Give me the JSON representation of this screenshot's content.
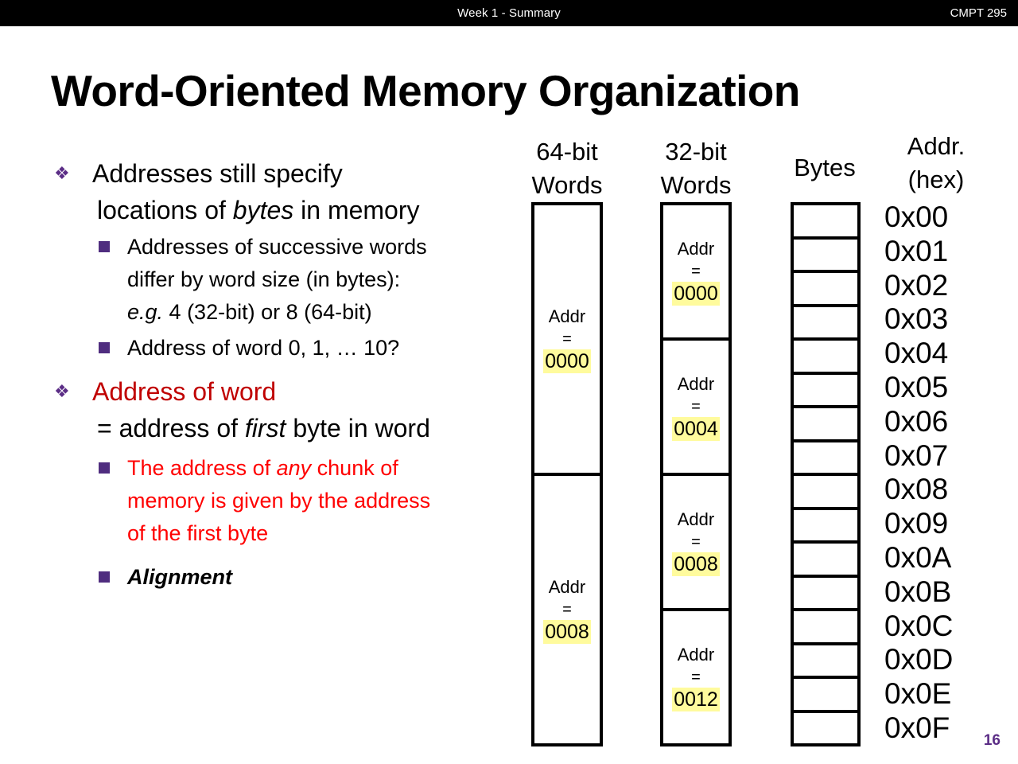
{
  "header": {
    "center_title": "Week 1 - Summary",
    "course_code": "CMPT 295"
  },
  "title": "Word-Oriented Memory Organization",
  "page_number": "16",
  "colors": {
    "bullet_purple": "#5B2D86",
    "square_purple": "#4F2D7F",
    "dark_red": "#C00000",
    "bright_red": "#FF0000",
    "highlight_yellow": "#FFFB9D",
    "header_bg": "#000000"
  },
  "bullets": {
    "b1_line1": "Addresses still specify",
    "b1_line2_pre": "locations of ",
    "b1_line2_italic": "bytes",
    "b1_line2_post": " in memory",
    "b1_sub1_line1": "Addresses of successive words",
    "b1_sub1_line2": "differ by word size (in bytes):",
    "b1_sub1_line3_italic": "e.g.",
    "b1_sub1_line3_post": " 4 (32-bit) or 8 (64-bit)",
    "b1_sub2": "Address of word 0, 1, … 10?",
    "b2_line1": "Address of word",
    "b2_line2_pre": "= address of ",
    "b2_line2_italic": "first",
    "b2_line2_post": " byte in word",
    "b2_sub1_pre": "The address of ",
    "b2_sub1_italic": "any",
    "b2_sub1_post": " chunk of",
    "b2_sub1_line2": "memory is given by the address",
    "b2_sub1_line3": "of the first byte",
    "b2_sub2": "Alignment"
  },
  "diagram": {
    "headers": {
      "words64_l1": "64-bit",
      "words64_l2": "Words",
      "words32_l1": "32-bit",
      "words32_l2": "Words",
      "bytes": "Bytes",
      "addr_l1": "Addr.",
      "addr_l2": "(hex)"
    },
    "labels": {
      "addr_word": "Addr",
      "equals": "="
    },
    "words64": [
      {
        "addr": "0000"
      },
      {
        "addr": "0008"
      }
    ],
    "words32": [
      {
        "addr": "0000"
      },
      {
        "addr": "0004"
      },
      {
        "addr": "0008"
      },
      {
        "addr": "0012"
      }
    ],
    "byte_count": 16,
    "addresses": [
      "0x00",
      "0x01",
      "0x02",
      "0x03",
      "0x04",
      "0x05",
      "0x06",
      "0x07",
      "0x08",
      "0x09",
      "0x0A",
      "0x0B",
      "0x0C",
      "0x0D",
      "0x0E",
      "0x0F"
    ]
  }
}
